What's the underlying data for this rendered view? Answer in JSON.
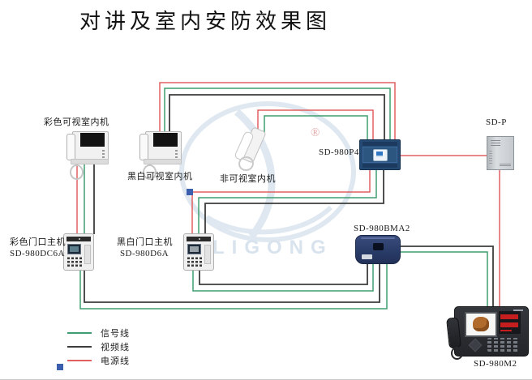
{
  "title": "对讲及室内安防效果图",
  "watermark": {
    "brand": "LIGONG",
    "registered": "®"
  },
  "devices": {
    "color_indoor": {
      "label": "彩色可视室内机"
    },
    "bw_indoor": {
      "label": "黑白可视室内机"
    },
    "audio_indoor": {
      "label": "非可视室内机"
    },
    "controller": {
      "label": "SD-980P4"
    },
    "power": {
      "label": "SD-P"
    },
    "color_door": {
      "label": "彩色门口主机",
      "model": "SD-980DC6A"
    },
    "bw_door": {
      "label": "黑白门口主机",
      "model": "SD-980D6A"
    },
    "adapter": {
      "label": "SD-980BMA2"
    },
    "manager": {
      "label": "SD-980M2"
    }
  },
  "legend": {
    "items": [
      {
        "label": "信号线",
        "color": "#3f9e70"
      },
      {
        "label": "视频线",
        "color": "#3c3c3c"
      },
      {
        "label": "电源线",
        "color": "#e06060"
      }
    ]
  }
}
